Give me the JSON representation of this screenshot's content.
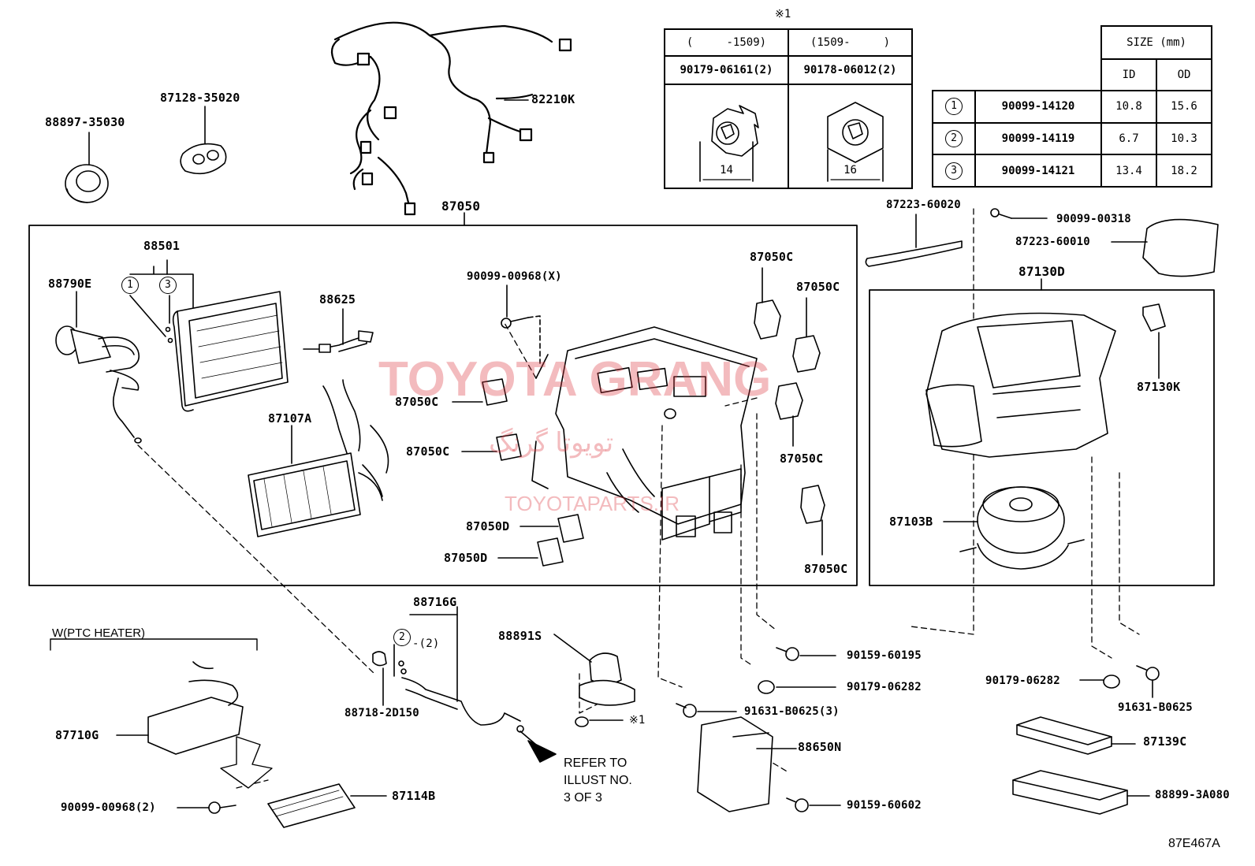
{
  "diagram_code": "87E467A",
  "section_main": "87050",
  "section_right": "87130D",
  "ptc_group_label": "W(PTC HEATER)",
  "refer_note": [
    "REFER TO",
    "ILLUST NO.",
    "3 OF 3"
  ],
  "seal_asterisk": "※1",
  "watermark": {
    "brand": "TOYOTA GRANG",
    "arabic": "تويوتا گرنگ",
    "site": "TOYOTAPARTS.IR"
  },
  "part_labels": {
    "p88897": "88897-35030",
    "p87128": "87128-35020",
    "p82210K": "82210K",
    "p88501": "88501",
    "p88790E": "88790E",
    "p88625": "88625",
    "p87107A": "87107A",
    "p90099_00968X": "90099-00968(X)",
    "p87050C_a": "87050C",
    "p87050C_b": "87050C",
    "p87050C_c": "87050C",
    "p87050C_d": "87050C",
    "p87050C_e": "87050C",
    "p87050C_f": "87050C",
    "p87050D_a": "87050D",
    "p87050D_b": "87050D",
    "p87223_60020": "87223-60020",
    "p90099_00318": "90099-00318",
    "p87223_60010": "87223-60010",
    "p87130K": "87130K",
    "p87103B": "87103B",
    "p88716G": "88716G",
    "p88716G_qty": "-(2)",
    "p88891S": "88891S",
    "p88718": "88718-2D150",
    "p90159_60195": "90159-60195",
    "p90179_06282_a": "90179-06282",
    "p91631_3": "91631-B0625(3)",
    "p88650N": "88650N",
    "p90159_60602": "90159-60602",
    "p90179_06282_b": "90179-06282",
    "p91631": "91631-B0625",
    "p87139C": "87139C",
    "p88899": "88899-3A080",
    "p87710G": "87710G",
    "p87114B": "87114B",
    "p90099_00968_2": "90099-00968(2)",
    "circle_1": "1",
    "circle_3": "3",
    "circle_2": "2"
  },
  "seal_table": {
    "title": "※1",
    "col_a_range": "(     -1509)",
    "col_b_range": "(1509-     )",
    "col_a_part": "90179-06161(2)",
    "col_b_part": "90178-06012(2)",
    "col_a_size": "14",
    "col_b_size": "16"
  },
  "size_table": {
    "header": "SIZE (mm)",
    "col_id": "ID",
    "col_od": "OD",
    "rows": [
      {
        "ref": "1",
        "part": "90099-14120",
        "id": "10.8",
        "od": "15.6"
      },
      {
        "ref": "2",
        "part": "90099-14119",
        "id": "6.7",
        "od": "10.3"
      },
      {
        "ref": "3",
        "part": "90099-14121",
        "id": "13.4",
        "od": "18.2"
      }
    ]
  }
}
